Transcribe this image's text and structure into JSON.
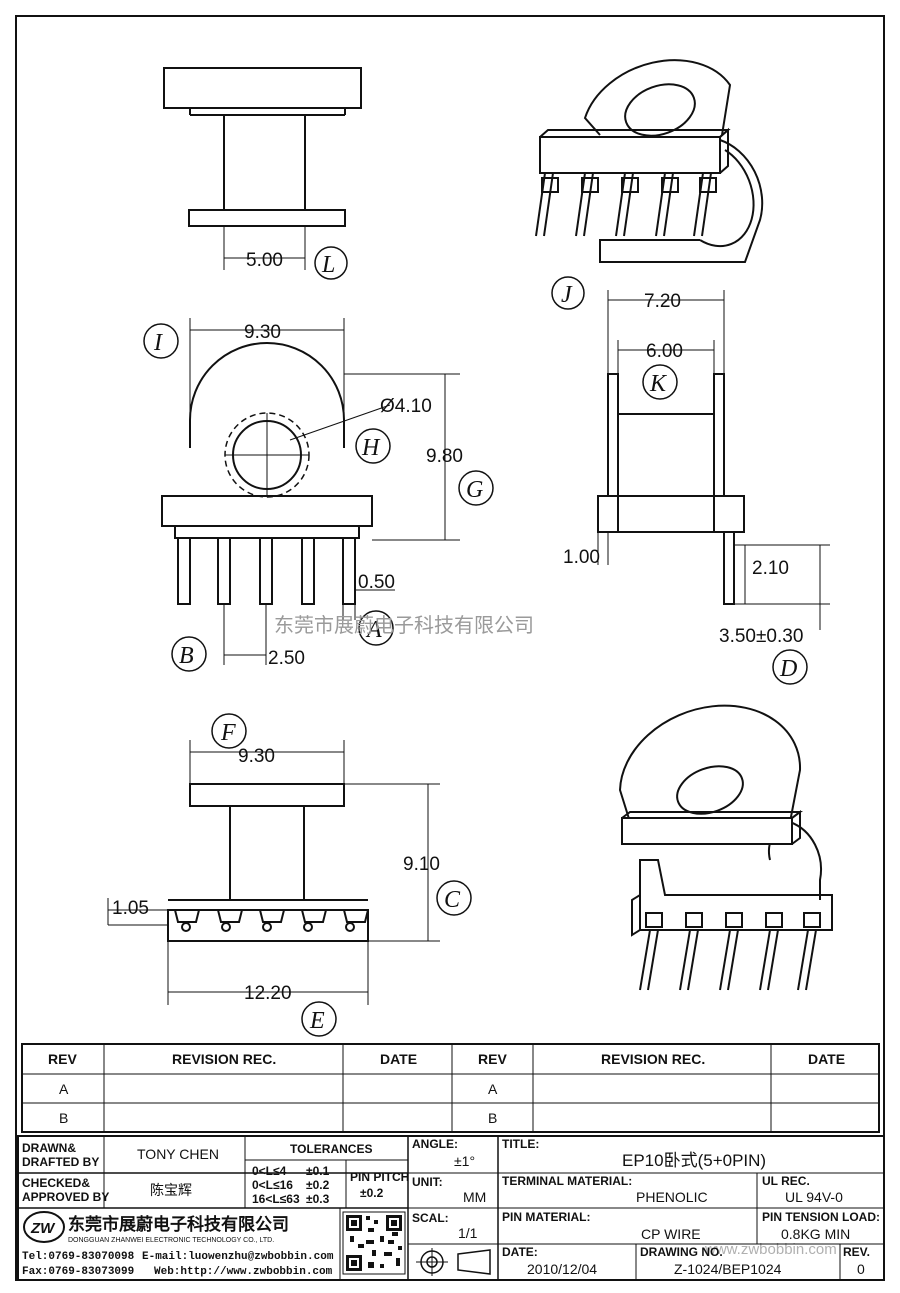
{
  "watermark": {
    "company": "东莞市展蔚电子科技有限公司",
    "site": "www.zwbobbin.com"
  },
  "dimensions": {
    "top_view_width": "5.00",
    "front_width": "9.30",
    "hole_dia": "Ø4.10",
    "height": "9.80",
    "pin_dia": "0.50",
    "pin_pitch": "2.50",
    "side_width": "7.20",
    "side_inner": "6.00",
    "side_flange": "1.00",
    "pin_len": "2.10",
    "pin_total": "3.50±0.30",
    "bottom_width": "9.30",
    "bottom_height": "9.10",
    "bottom_offset": "1.05",
    "bottom_base": "12.20"
  },
  "callouts": {
    "A": "A",
    "B": "B",
    "C": "C",
    "D": "D",
    "E": "E",
    "F": "F",
    "G": "G",
    "H": "H",
    "I": "I",
    "J": "J",
    "K": "K",
    "L": "L"
  },
  "revision_table": {
    "headers": [
      "REV",
      "REVISION REC.",
      "DATE",
      "REV",
      "REVISION REC.",
      "DATE"
    ],
    "rows": [
      [
        "A",
        "",
        "",
        "A",
        "",
        ""
      ],
      [
        "B",
        "",
        "",
        "B",
        "",
        ""
      ]
    ]
  },
  "title_block": {
    "drawn_label": "DRAWN&\nDRAFTED BY",
    "drawn_label_1": "DRAWN&",
    "drawn_label_2": "DRAFTED BY",
    "drawn_value": "TONY CHEN",
    "checked_label_1": "CHECKED&",
    "checked_label_2": "APPROVED BY",
    "checked_value": "陈宝辉",
    "tolerances_label": "TOLERANCES",
    "tol_1": "0<L≤4",
    "tol_1v": "±0.1",
    "tol_2": "0<L≤16",
    "tol_2v": "±0.2",
    "tol_3": "16<L≤63",
    "tol_3v": "±0.3",
    "pin_pitch_label": "PIN PITCH",
    "pin_pitch_value": "±0.2",
    "angle_label": "ANGLE:",
    "angle_value": "±1°",
    "unit_label": "UNIT:",
    "unit_value": "MM",
    "scal_label": "SCAL:",
    "scal_value": "1/1",
    "title_label": "TITLE:",
    "title_value": "EP10卧式(5+0PIN)",
    "terminal_label": "TERMINAL MATERIAL:",
    "terminal_value": "PHENOLIC",
    "ul_label": "UL REC.",
    "ul_value": "UL 94V-0",
    "pin_mat_label": "PIN MATERIAL:",
    "pin_mat_value": "CP WIRE",
    "tension_label": "PIN TENSION LOAD:",
    "tension_value": "0.8KG MIN",
    "date_label": "DATE:",
    "date_value": "2010/12/04",
    "drawing_label": "DRAWING NO.",
    "drawing_value": "Z-1024/BEP1024",
    "rev_label": "REV.",
    "rev_value": "0",
    "company_cn": "东莞市展蔚电子科技有限公司",
    "company_en": "DONGGUAN ZHANWEI ELECTRONIC TECHNOLOGY CO., LTD.",
    "tel": "Tel:0769-83070098",
    "email": "E-mail:luowenzhu@zwbobbin.com",
    "fax": "Fax:0769-83073099",
    "web": "Web:http://www.zwbobbin.com",
    "logo": "ZW"
  }
}
